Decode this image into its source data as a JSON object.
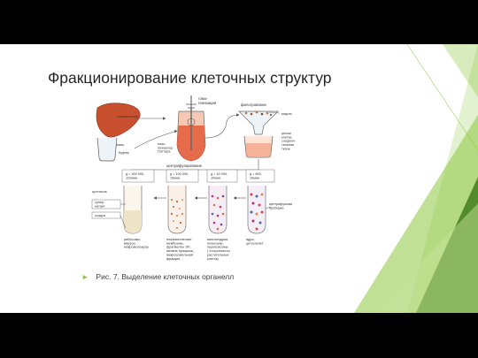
{
  "slide": {
    "title": "Фракционирование клеточных структур",
    "caption": "Рис. 7. Выделение клеточных органелл",
    "bullet": "►"
  },
  "figure": {
    "labels": {
      "mincing": "измельчение",
      "tissue": "ткань",
      "buffer": "буфер",
      "homogenization": "гомо-\nгенизация",
      "homogenizer": "гомо-\nгенизатор\nПоттера",
      "filtering": "фильтрование",
      "gauze": "марля",
      "cells": "целые\nклетки,\nсоедини-\nтельная\nткань",
      "centrifugation": "центрифугирование",
      "g1": "g = 300 000,\n120мин",
      "g2": "g = 100 000,\n15мин",
      "g3": "g = 15 000,\n10мин",
      "g4": "g = 600,\n10мин",
      "cytosol": "цитозоль",
      "supernatant": "супер-\nнатант",
      "sediment": "осадок",
      "centrifuge_tube": "центрифужная\nпробирка",
      "frac1": "рибосомы,\nвирусы,\nмакромолекулы",
      "frac2": "плазматические\nмембраны,\nфрагменты ЭП,\nмелкие пузырьки,\nмикросомальная\nфракция",
      "frac3": "митохондрии,\nлизосомы,\nпероксисомы\n( хлоропласты\nрастительных\nклеток)",
      "frac4": "ядра,\nцитоскелет"
    }
  },
  "colors": {
    "accent_green": "#8dc63f",
    "dark_green": "#3f7d1c",
    "light_green": "#c6e29a",
    "liver": "#c9502e",
    "homogenate": "#e3603e"
  }
}
